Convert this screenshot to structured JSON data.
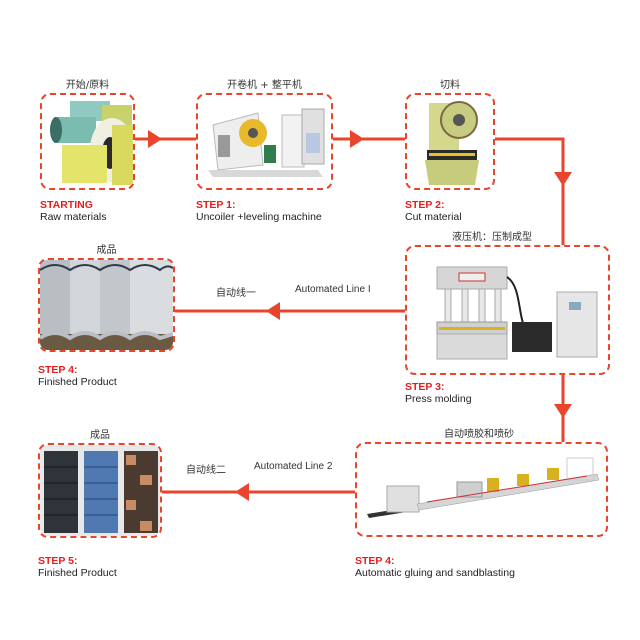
{
  "theme": {
    "accent": "#e8452c",
    "step_title_color": "#e81c1c",
    "text_color": "#222222"
  },
  "steps": [
    {
      "id": "starting",
      "cn_label": "开始/原料",
      "title": "STARTING",
      "desc": "Raw materials",
      "image": "raw-material-coils"
    },
    {
      "id": "step1",
      "cn_label": "开卷机 + 整平机",
      "title": "STEP 1:",
      "desc": "Uncoiler +leveling machine",
      "image": "uncoiler-leveling-machine"
    },
    {
      "id": "step2",
      "cn_label": "切料",
      "title": "STEP 2:",
      "desc": "Cut material",
      "image": "punch-press"
    },
    {
      "id": "step3",
      "cn_label": "液压机：压制成型",
      "title": "STEP 3:",
      "desc": "Press molding",
      "image": "hydraulic-press"
    },
    {
      "id": "step4a",
      "cn_label": "成品",
      "title": "STEP 4:",
      "desc": "Finished Product",
      "image": "metal-roof-tiles"
    },
    {
      "id": "step4b",
      "cn_label": "自动喷胶和喷砂",
      "title": "STEP 4:",
      "desc": "Automatic gluing and sandblasting",
      "image": "gluing-sandblasting-line"
    },
    {
      "id": "step5",
      "cn_label": "成品",
      "title": "STEP 5:",
      "desc": "Finished Product",
      "image": "stone-coated-tiles"
    }
  ],
  "lines": [
    {
      "id": "line1",
      "cn": "自动线一",
      "en": "Automated Line I"
    },
    {
      "id": "line2",
      "cn": "自动线二",
      "en": "Automated Line 2"
    }
  ]
}
